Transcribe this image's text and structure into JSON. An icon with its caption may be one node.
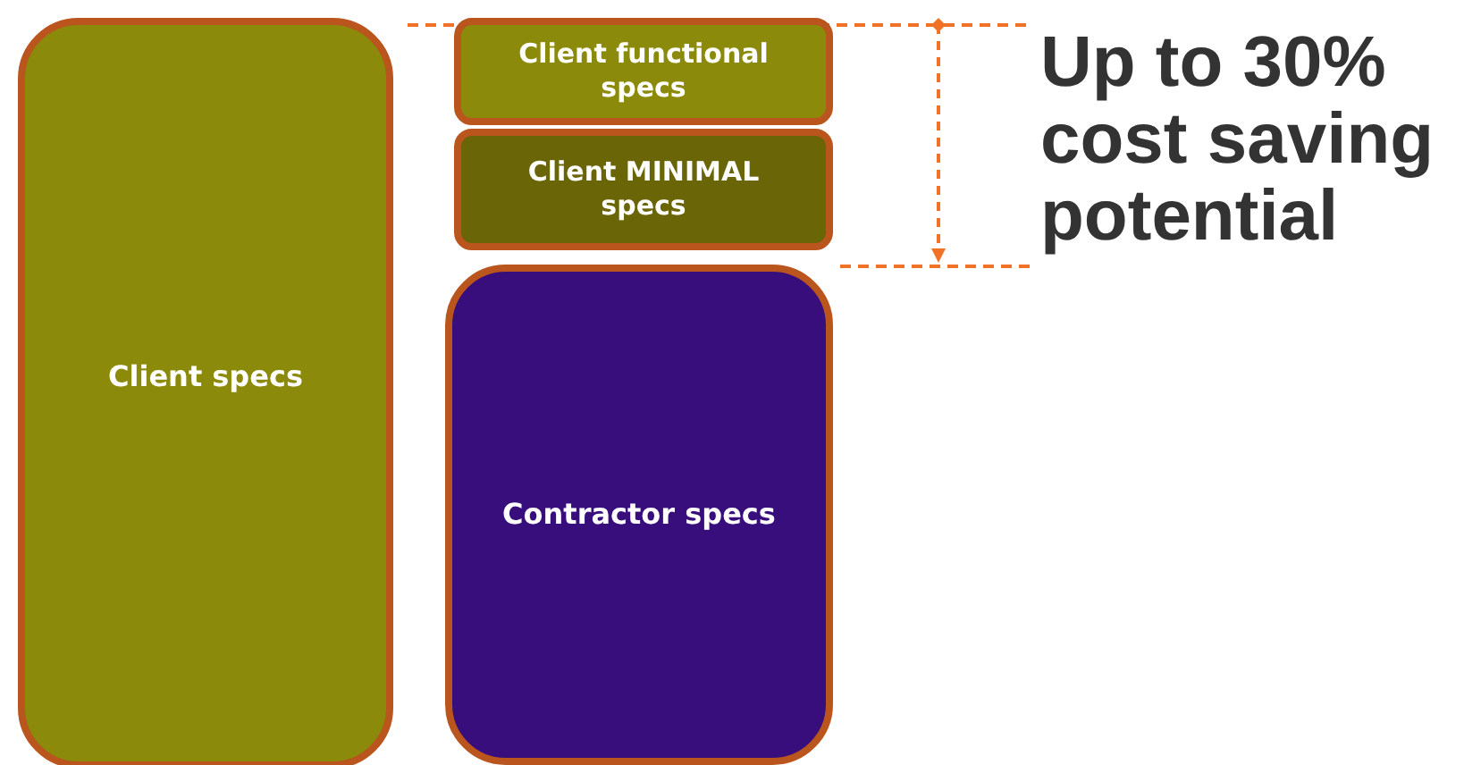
{
  "diagram": {
    "nodes": [
      {
        "text": [
          "Client specs"
        ]
      },
      {
        "text": [
          "Client functional specs"
        ]
      },
      {
        "text": [
          "Client MINIMAL specs"
        ]
      },
      {
        "text": [
          "Contractor specs"
        ]
      }
    ],
    "labels": [
      "Up to 30% cost saving potential"
    ]
  }
}
